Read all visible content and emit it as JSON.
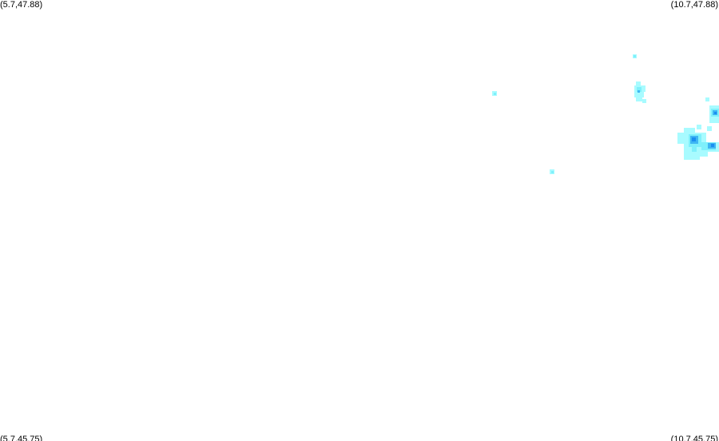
{
  "corners": {
    "top_left": "(5.7,47.88)",
    "top_right": "(10.7,47.88)",
    "bottom_left": "(5.7,45.75)",
    "bottom_right": "(10.7,45.75)"
  },
  "colors": {
    "low": "#a8fbff",
    "mid": "#7ff0fb",
    "high": "#3fb6f3",
    "peak": "#1a8ff0"
  }
}
